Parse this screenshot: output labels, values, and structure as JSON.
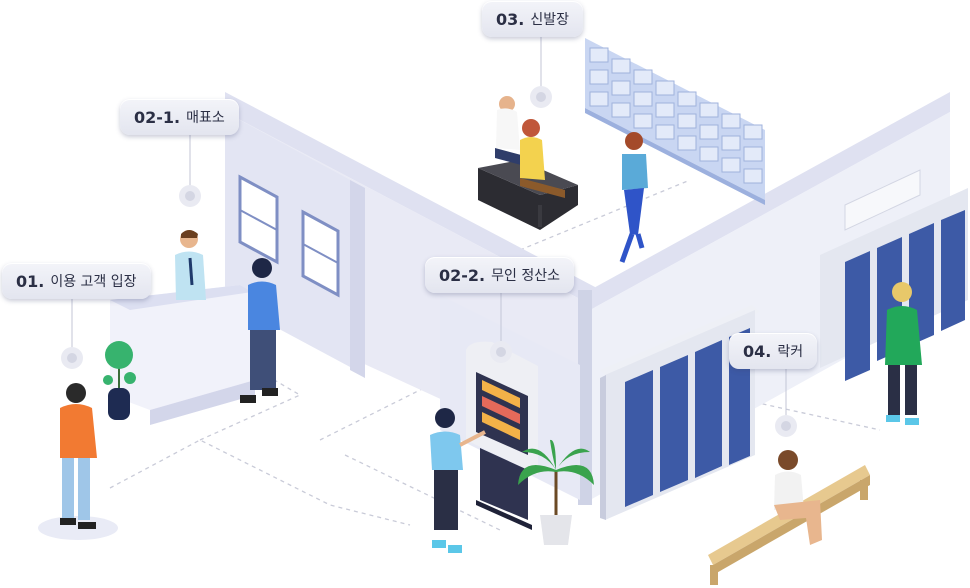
{
  "stations": [
    {
      "number": "01.",
      "label": "이용 고객 입장"
    },
    {
      "number": "02-1.",
      "label": "매표소"
    },
    {
      "number": "02-2.",
      "label": "무인 정산소"
    },
    {
      "number": "03.",
      "label": "신발장"
    },
    {
      "number": "04.",
      "label": "락커"
    }
  ],
  "colors": {
    "wall": "#e9eaf5",
    "wall_side": "#d3d6ea",
    "locker": "#3d5aa6",
    "locker_frame": "#e4e7f0",
    "shoe_rack": "#b8c8ec",
    "label_bg": "#e6e8f1",
    "label_text": "#2b2f45",
    "path_dash": "#c9cbd8"
  }
}
